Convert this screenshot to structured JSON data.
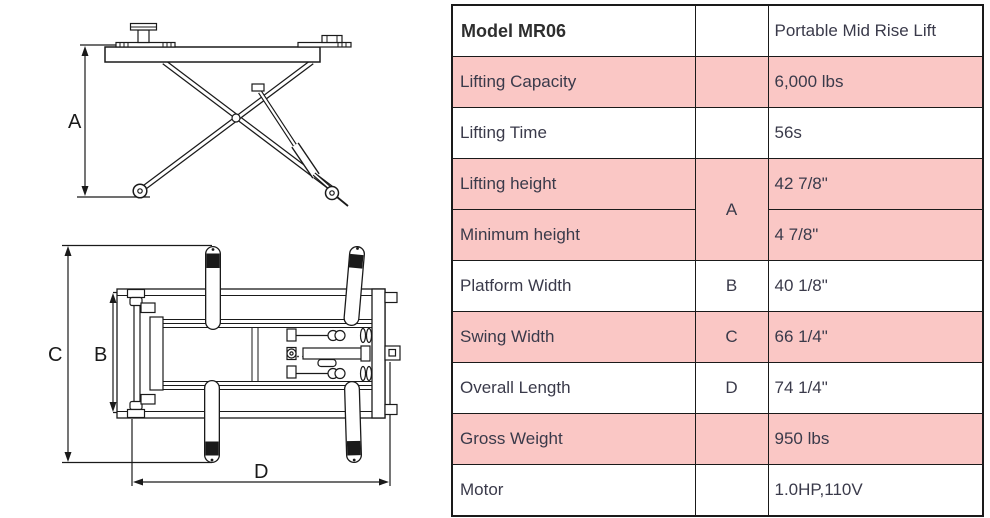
{
  "diagram": {
    "side_view_dim_label": "A",
    "top_view_dim_labels": {
      "b": "B",
      "c": "C",
      "d": "D"
    }
  },
  "colors": {
    "row_highlight": "#fac7c5",
    "line_color": "#1a1a1a",
    "text_color": "#3a3a4a"
  },
  "table": {
    "rows": [
      {
        "label": "Model MR06",
        "dim": "",
        "value": "Portable Mid Rise Lift"
      },
      {
        "label": "Lifting Capacity",
        "dim": "",
        "value": "6,000 lbs"
      },
      {
        "label": "Lifting Time",
        "dim": "",
        "value": "56s"
      },
      {
        "label": "Lifting height",
        "dim": "A",
        "value": "42 7/8\""
      },
      {
        "label": "Minimum height",
        "dim": "",
        "value": "4 7/8\""
      },
      {
        "label": "Platform Width",
        "dim": "B",
        "value": "40 1/8\""
      },
      {
        "label": "Swing Width",
        "dim": "C",
        "value": "66 1/4\""
      },
      {
        "label": "Overall Length",
        "dim": "D",
        "value": "74 1/4\""
      },
      {
        "label": "Gross Weight",
        "dim": "",
        "value": "950 lbs"
      },
      {
        "label": "Motor",
        "dim": "",
        "value": "1.0HP,110V"
      }
    ]
  }
}
